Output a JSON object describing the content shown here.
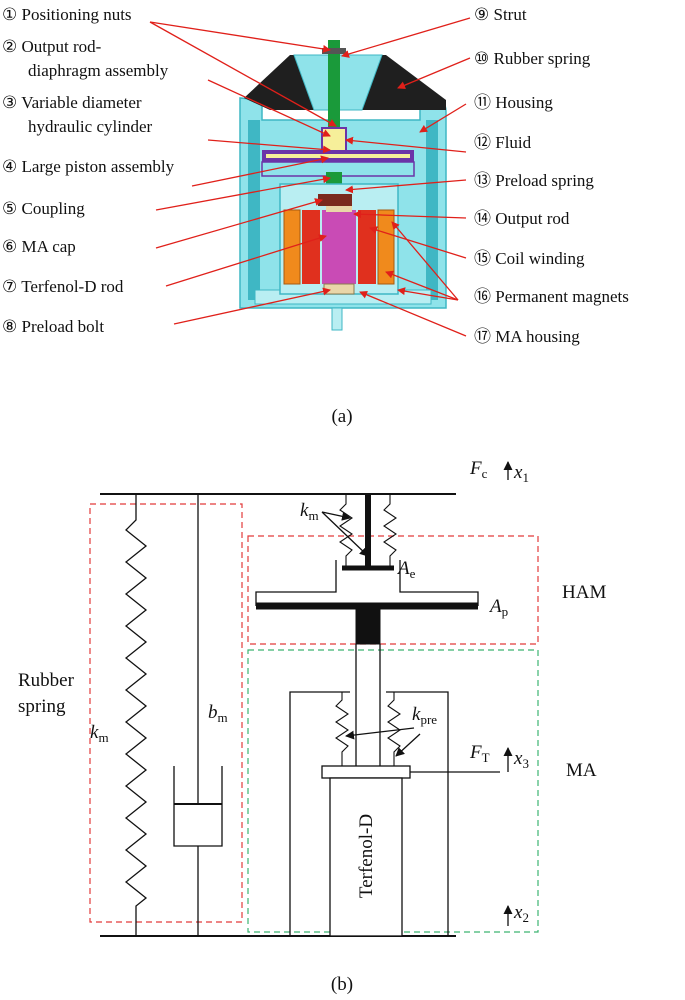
{
  "part_a": {
    "caption": "(a)",
    "left_labels": [
      {
        "num": "①",
        "text": "Positioning nuts"
      },
      {
        "num": "②",
        "text": "Output rod-",
        "text2": "diaphragm assembly"
      },
      {
        "num": "③",
        "text": "Variable diameter",
        "text2": "hydraulic cylinder"
      },
      {
        "num": "④",
        "text": "Large piston assembly"
      },
      {
        "num": "⑤",
        "text": "Coupling"
      },
      {
        "num": "⑥",
        "text": "MA cap"
      },
      {
        "num": "⑦",
        "text": "Terfenol-D rod"
      },
      {
        "num": "⑧",
        "text": "Preload bolt"
      }
    ],
    "right_labels": [
      {
        "num": "⑨",
        "text": "Strut"
      },
      {
        "num": "⑩",
        "text": "Rubber spring"
      },
      {
        "num": "⑪",
        "text": "Housing"
      },
      {
        "num": "⑫",
        "text": "Fluid"
      },
      {
        "num": "⑬",
        "text": "Preload spring"
      },
      {
        "num": "⑭",
        "text": "Output rod"
      },
      {
        "num": "⑮",
        "text": "Coil winding"
      },
      {
        "num": "⑯",
        "text": "Permanent magnets"
      },
      {
        "num": "⑰",
        "text": "MA housing"
      }
    ],
    "colors": {
      "housing": "#8fe3ea",
      "housing_dark": "#3fb7c4",
      "rubber": "#1f1f1f",
      "strut": "#1a9a3a",
      "fluid": "#f6ef9a",
      "piston": "#6b34a8",
      "coil": "#e0301e",
      "magnet": "#f08a1c",
      "terfenol": "#c94bb5",
      "output_rod": "#7a2a1e",
      "bolt": "#e9d6a8",
      "leader": "#e0201a"
    }
  },
  "part_b": {
    "caption": "(b)",
    "rubber_spring_label": "Rubber",
    "rubber_spring_label2": "spring",
    "ham_label": "HAM",
    "ma_label": "MA",
    "terfenol_label": "Terfenol-D",
    "km_sym": "k",
    "km_sub": "m",
    "bm_sym": "b",
    "bm_sub": "m",
    "ae_sym": "A",
    "ae_sub": "e",
    "ap_sym": "A",
    "ap_sub": "p",
    "kpre_sym": "k",
    "kpre_sub": "pre",
    "fc_sym": "F",
    "fc_sub": "c",
    "ft_sym": "F",
    "ft_sub": "T",
    "x1_sym": "x",
    "x1_sub": "1",
    "x2_sym": "x",
    "x2_sub": "2",
    "x3_sym": "x",
    "x3_sub": "3",
    "colors": {
      "ham_box": "#e23b3b",
      "ma_box": "#3cb371",
      "line": "#111111"
    }
  }
}
